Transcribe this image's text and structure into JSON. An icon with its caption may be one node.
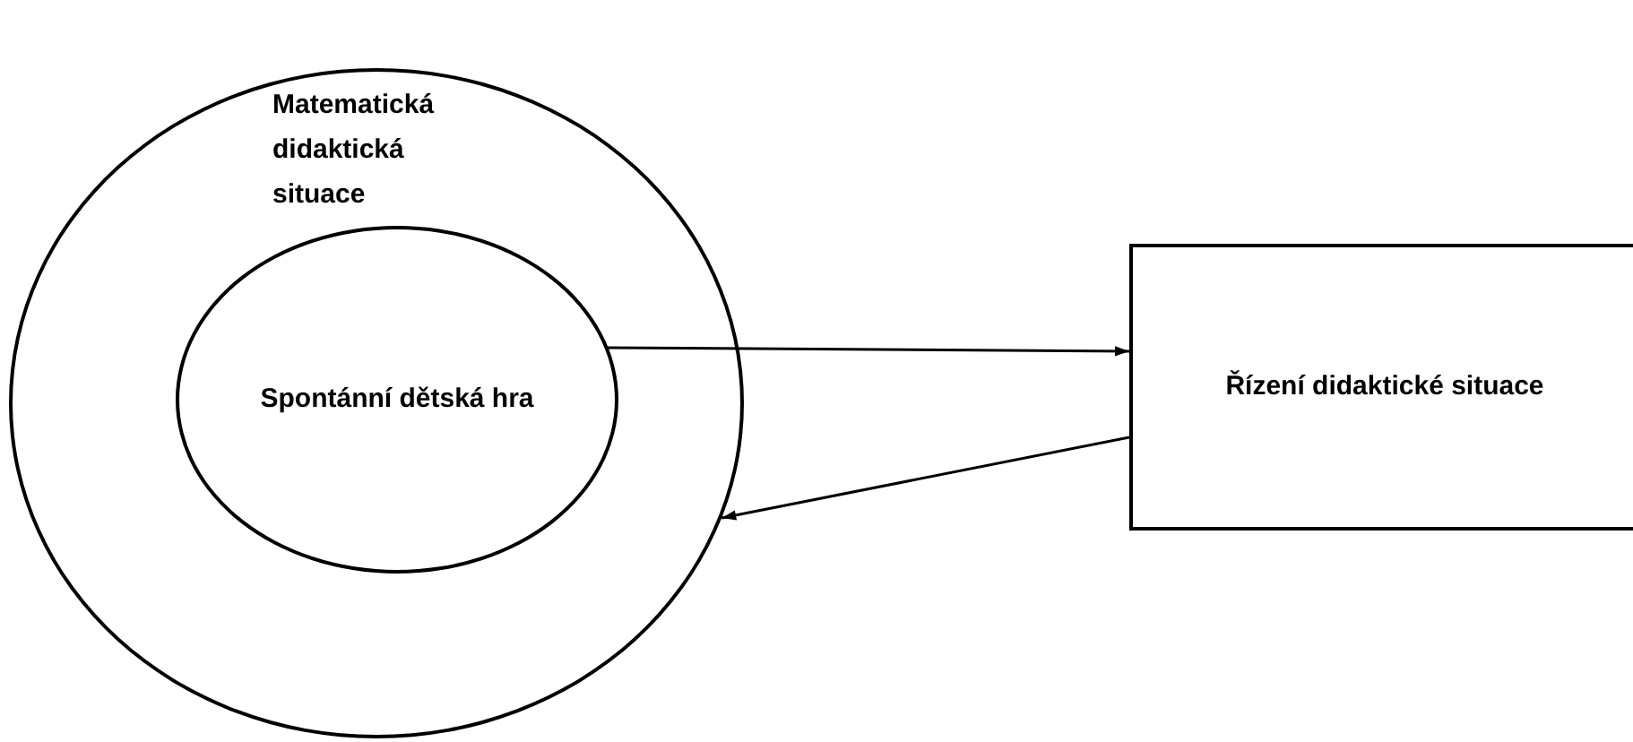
{
  "diagram": {
    "nodes": [
      {
        "text": [
          "Matematická didaktická situace"
        ]
      },
      {
        "text": [
          "Spontánní dětská hra"
        ],
        "in": 0
      },
      {
        "text": [
          "Řízení didaktické situace"
        ]
      }
    ],
    "edges": [
      {
        "from": 1,
        "to": 2,
        "arrow": "to"
      },
      {
        "from": 2,
        "to": 0,
        "arrow": "to"
      }
    ]
  }
}
